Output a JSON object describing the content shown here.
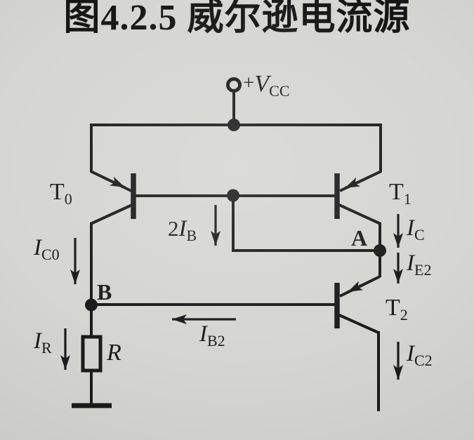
{
  "figure": {
    "title": "图4.2.5 威尔逊电流源"
  },
  "power_rail": {
    "plus": "+",
    "symbol": "V",
    "subscript": "CC"
  },
  "transistors": {
    "t0": {
      "symbol": "T",
      "subscript": "0"
    },
    "t1": {
      "symbol": "T",
      "subscript": "1"
    },
    "t2": {
      "symbol": "T",
      "subscript": "2"
    }
  },
  "nodes": {
    "a": "A",
    "b": "B"
  },
  "components": {
    "resistor": "R"
  },
  "currents": {
    "ic0": {
      "coefficient": "",
      "symbol": "I",
      "subscript": "C0",
      "direction": "down"
    },
    "two_ib": {
      "coefficient": "2",
      "symbol": "I",
      "subscript": "B",
      "direction": "down"
    },
    "ic": {
      "coefficient": "",
      "symbol": "I",
      "subscript": "C",
      "direction": "down"
    },
    "ie2": {
      "coefficient": "",
      "symbol": "I",
      "subscript": "E2",
      "direction": "down"
    },
    "ib2": {
      "coefficient": "",
      "symbol": "I",
      "subscript": "B2",
      "direction": "left"
    },
    "ir": {
      "coefficient": "",
      "symbol": "I",
      "subscript": "R",
      "direction": "down"
    },
    "ic2": {
      "coefficient": "",
      "symbol": "I",
      "subscript": "C2",
      "direction": "down"
    }
  },
  "colors": {
    "background": "#d5d5d1",
    "ink": "#1b1b1b"
  }
}
